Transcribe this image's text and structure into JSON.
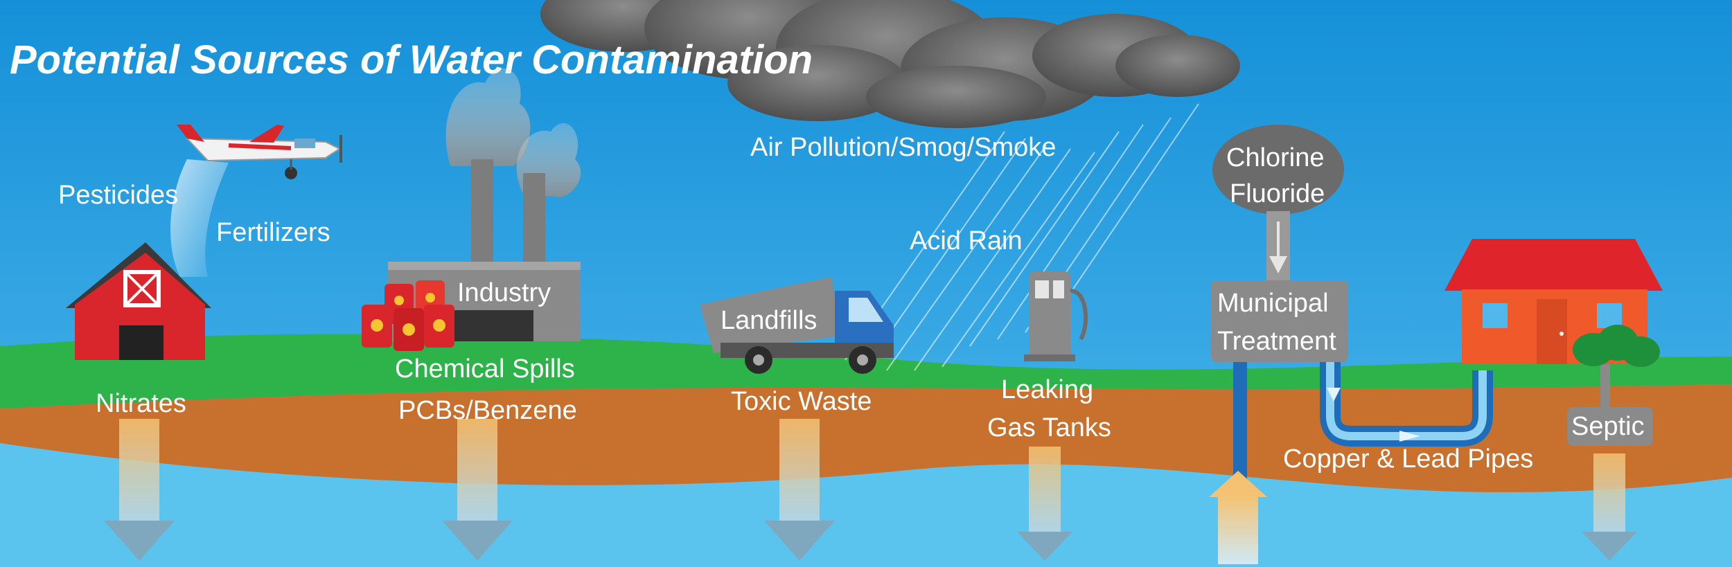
{
  "title": "Potential Sources of Water Contamination",
  "labels": {
    "pesticides": "Pesticides",
    "fertilizers": "Fertilizers",
    "nitrates": "Nitrates",
    "industry": "Industry",
    "chemical_spills": "Chemical Spills",
    "pcbs_benzene": "PCBs/Benzene",
    "air_pollution": "Air Pollution/Smog/Smoke",
    "acid_rain": "Acid Rain",
    "landfills": "Landfills",
    "toxic_waste": "Toxic Waste",
    "leaking": "Leaking",
    "gas_tanks": "Gas Tanks",
    "chlorine": "Chlorine",
    "fluoride": "Fluoride",
    "municipal": "Municipal",
    "treatment": "Treatment",
    "copper_lead_pipes": "Copper & Lead Pipes",
    "septic": "Septic"
  },
  "colors": {
    "sky": "#1a9be0",
    "grass": "#2eb34a",
    "soil": "#c8702e",
    "groundwater": "#5bc4ee",
    "barn": "#d9262c",
    "house": "#f0592a",
    "roof": "#e0242b",
    "cloud": "#6b6b6b"
  },
  "icons": [
    "airplane-icon",
    "barn-icon",
    "factory-icon",
    "barrels-icon",
    "cloud-icon",
    "truck-icon",
    "gas-pump-icon",
    "water-tower-icon",
    "house-icon",
    "bush-icon"
  ]
}
